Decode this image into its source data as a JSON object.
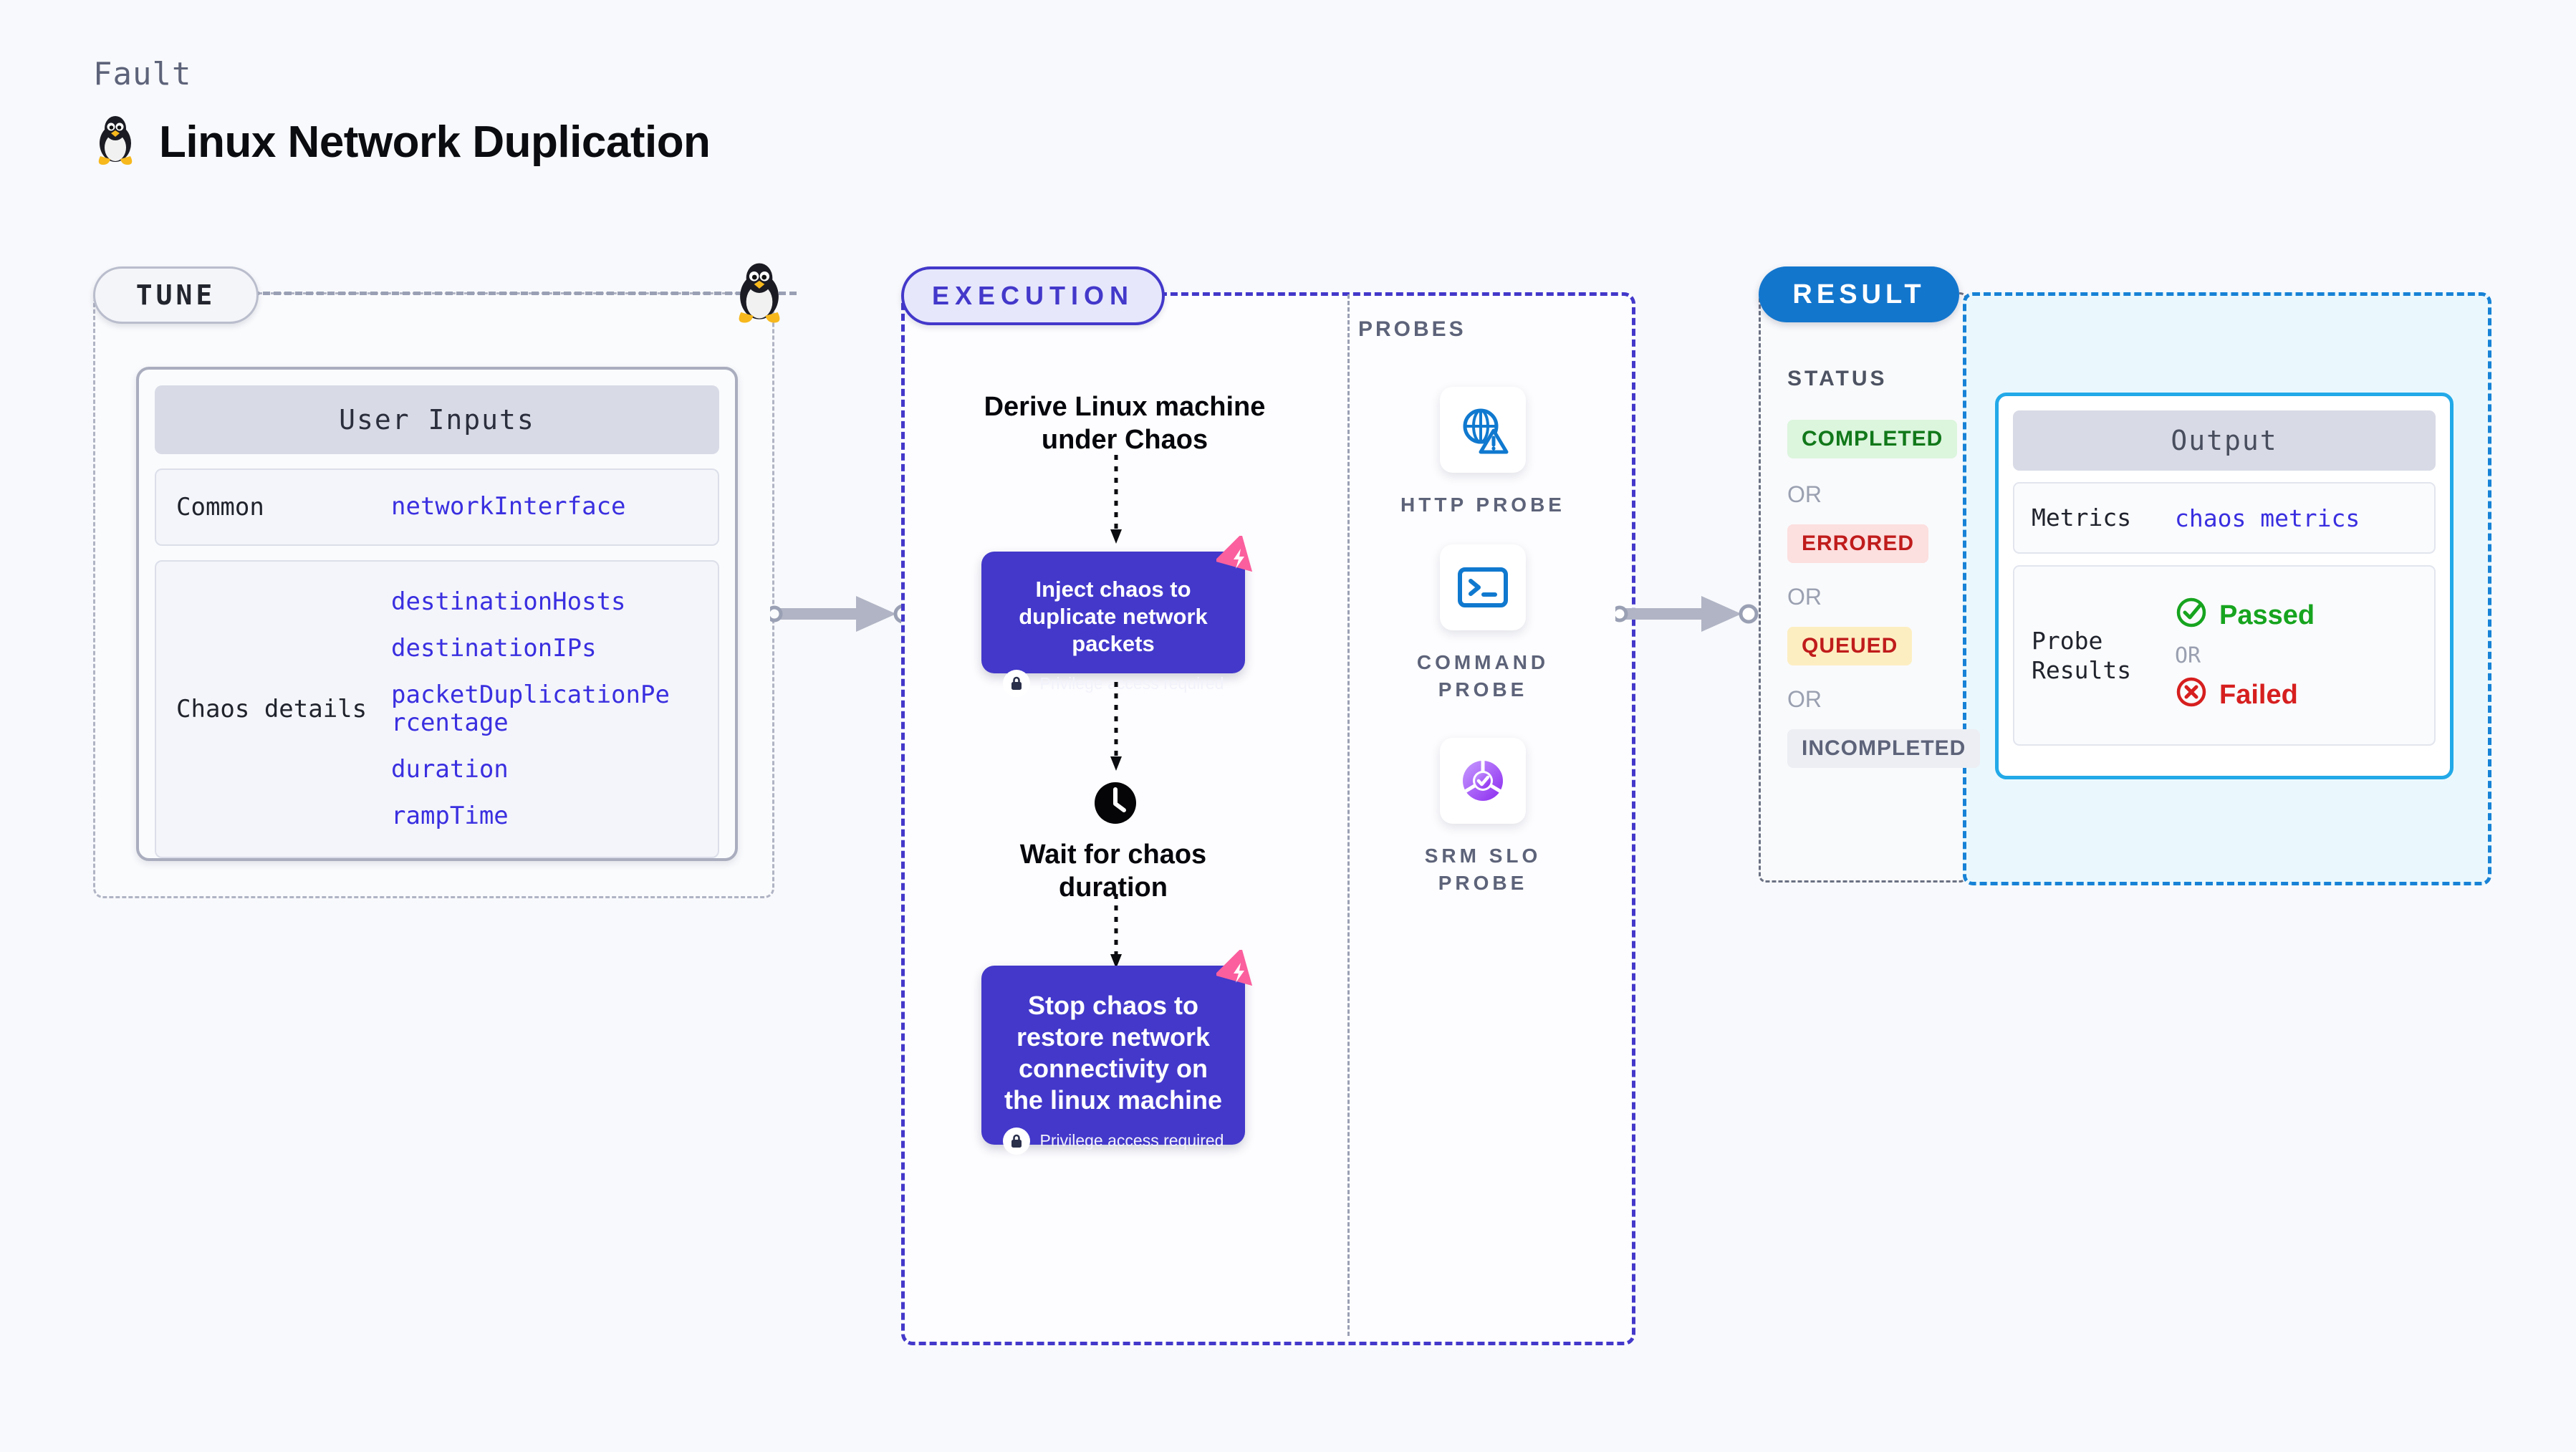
{
  "header": {
    "eyebrow": "Fault",
    "title": "Linux Network Duplication",
    "icon": "linux-penguin-icon"
  },
  "tune": {
    "pill_label": "TUNE",
    "card_title": "User Inputs",
    "rows": [
      {
        "key": "Common",
        "values": [
          "networkInterface"
        ]
      },
      {
        "key": "Chaos details",
        "values": [
          "destinationHosts",
          "destinationIPs",
          "packetDuplicationPercentage",
          "duration",
          "rampTime"
        ]
      }
    ]
  },
  "execution": {
    "pill_label": "EXECUTION",
    "derive_step": "Derive Linux machine under Chaos",
    "inject_card": {
      "text": "Inject chaos to duplicate network packets",
      "privilege_note": "Privilege access required"
    },
    "wait_step": "Wait for chaos duration",
    "stop_card": {
      "text": "Stop chaos to restore network connectivity on the linux machine",
      "privilege_note": "Privilege access required"
    }
  },
  "probes": {
    "section_label": "PROBES",
    "items": [
      {
        "label": "HTTP PROBE",
        "icon": "globe-warning-icon"
      },
      {
        "label": "COMMAND PROBE",
        "icon": "terminal-icon"
      },
      {
        "label": "SRM SLO PROBE",
        "icon": "slo-donut-check-icon"
      }
    ]
  },
  "result": {
    "pill_label": "RESULT",
    "status_label": "STATUS",
    "or_label": "OR",
    "statuses": [
      {
        "label": "COMPLETED",
        "color": "#11781a",
        "bg": "#dcf5dd"
      },
      {
        "label": "ERRORED",
        "color": "#c01c1c",
        "bg": "#fcdfdf"
      },
      {
        "label": "QUEUED",
        "color": "#c01c1c",
        "bg": "#fdeec2"
      },
      {
        "label": "INCOMPLETED",
        "color": "#5d6379",
        "bg": "#eceef3"
      }
    ]
  },
  "output": {
    "card_title": "Output",
    "metrics_key": "Metrics",
    "metrics_value": "chaos metrics",
    "probe_key": "Probe Results",
    "passed_label": "Passed",
    "failed_label": "Failed",
    "or_label": "OR"
  },
  "colors": {
    "accent_purple": "#4338ca",
    "accent_blue": "#1376cd",
    "accent_cyan": "#22a9e8",
    "value_blue": "#3a2fe0",
    "chaos_pink": "#fb5f9d"
  }
}
